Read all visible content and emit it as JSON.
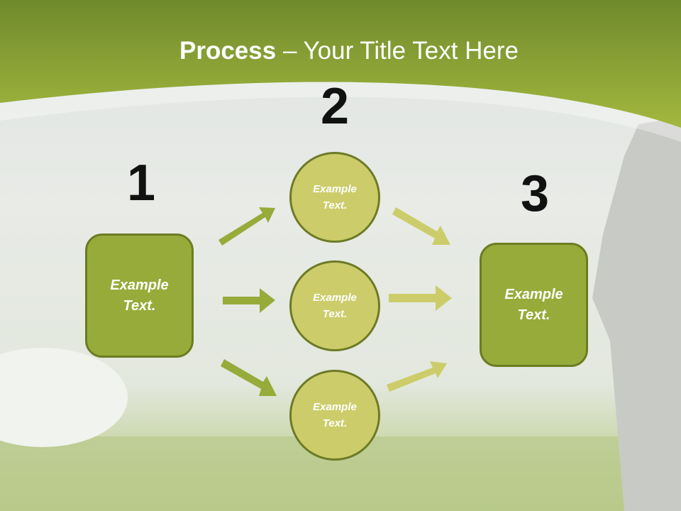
{
  "title": {
    "bold": "Process",
    "rest": " – Your Title Text Here"
  },
  "steps": [
    {
      "number": "1",
      "label": "Example\nText."
    },
    {
      "number": "2",
      "label": "Example\nText."
    },
    {
      "number": "3",
      "label": "Example\nText."
    }
  ],
  "circles": [
    {
      "label": "Example\nText."
    },
    {
      "label": "Example\nText."
    },
    {
      "label": "Example\nText."
    }
  ],
  "colors": {
    "header": "#8fa83a",
    "box": "#97ab3a",
    "circle": "#cccd6a",
    "border": "#6b7d22"
  }
}
